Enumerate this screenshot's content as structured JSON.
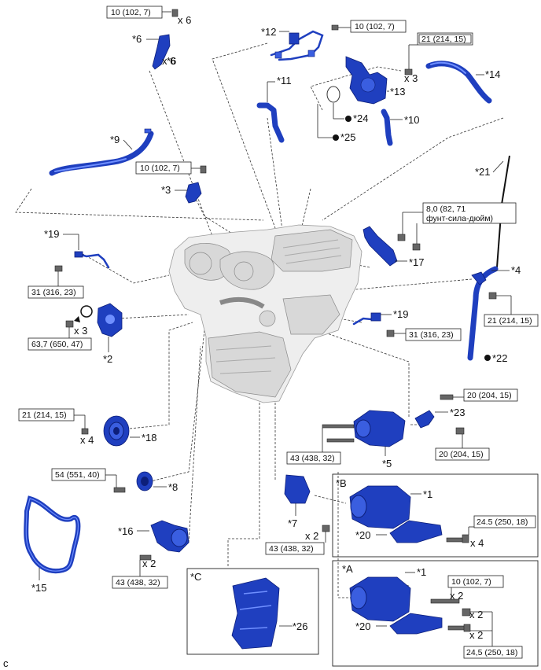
{
  "callouts": {
    "p1a": "*1",
    "p1b": "*1",
    "p2": "*2",
    "p3": "*3",
    "p4": "*4",
    "p5": "*5",
    "p6a": "*6",
    "p6b": "*6",
    "p7": "*7",
    "p8": "*8",
    "p9": "*9",
    "p10": "*10",
    "p11": "*11",
    "p12": "*12",
    "p13": "*13",
    "p14": "*14",
    "p15": "*15",
    "p16": "*16",
    "p17": "*17",
    "p18": "*18",
    "p19a": "*19",
    "p19b": "*19",
    "p20a": "*20",
    "p20b": "*20",
    "p21": "*21",
    "p22": "*22",
    "p23": "*23",
    "p24": "*24",
    "p25": "*25",
    "p26": "*26"
  },
  "torques": {
    "t_top6": "10 (102, 7)",
    "t_top12": "10 (102, 7)",
    "t_top14": "21 (214, 15)",
    "t_p3": "10 (102, 7)",
    "t_p17_line1": "8,0 (82, 71",
    "t_p17_line2": "фунт-сила-дюйм)",
    "t_p19l": "31 (316, 23)",
    "t_p2": "63,7 (650, 47)",
    "t_p4": "21 (214, 15)",
    "t_p19r": "31 (316, 23)",
    "t_p18": "21 (214, 15)",
    "t_p23a": "20 (204, 15)",
    "t_p23b": "20 (204, 15)",
    "t_p5": "43 (438, 32)",
    "t_p8": "54 (551, 40)",
    "t_p7": "43 (438, 32)",
    "t_p16": "43 (438, 32)",
    "t_B": "24.5 (250, 18)",
    "t_A1": "10 (102, 7)",
    "t_A2": "24,5 (250, 18)"
  },
  "quantities": {
    "q6a": "x 6",
    "q6b": "x 6",
    "q13": "x 3",
    "q2": "x 3",
    "q18": "x 4",
    "q7": "x 2",
    "q16": "x 2",
    "qB": "x 4",
    "qA1": "x 2",
    "qA2": "x 2",
    "qA3": "x 2"
  },
  "sections": {
    "B": "*B",
    "A": "*A",
    "C": "*C"
  },
  "footer": {
    "code": "c"
  }
}
